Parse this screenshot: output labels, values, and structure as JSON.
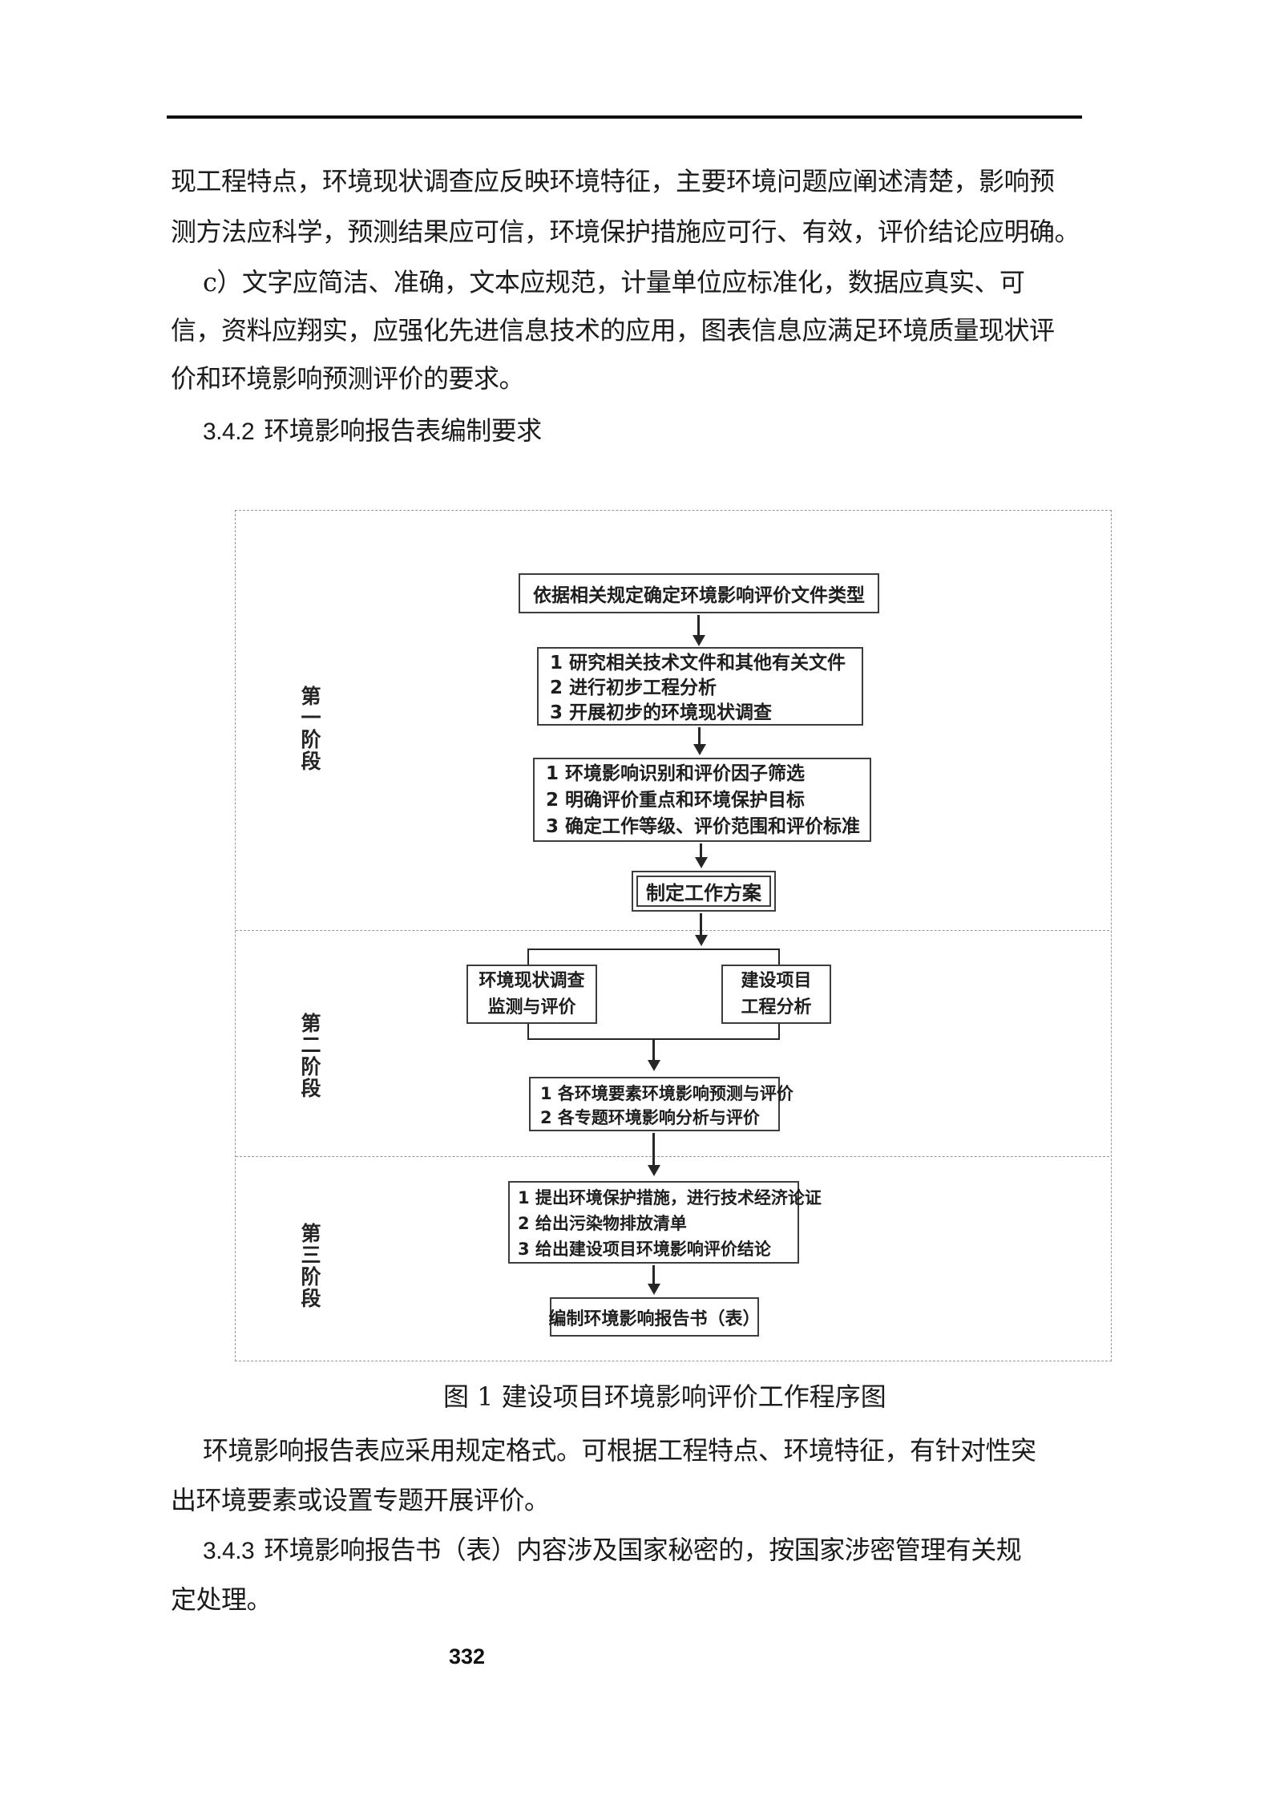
{
  "document": {
    "para1_lines": [
      "现工程特点，环境现状调查应反映环境特征，主要环境问题应阐述清楚，影响预",
      "测方法应科学，预测结果应可信，环境保护措施应可行、有效，评价结论应明确。"
    ],
    "para2_lines": [
      "c）文字应简洁、准确，文本应规范，计量单位应标准化，数据应真实、可",
      "信，资料应翔实，应强化先进信息技术的应用，图表信息应满足环境质量现状评",
      "价和环境影响预测评价的要求。"
    ],
    "heading_342": {
      "num": "3.4.2",
      "text": "环境影响报告表编制要求"
    },
    "para3_lines": [
      "环境影响报告表应采用规定格式。可根据工程特点、环境特征，有针对性突",
      "出环境要素或设置专题开展评价。"
    ],
    "heading_343": {
      "num": "3.4.3",
      "text": "环境影响报告书（表）内容涉及国家秘密的，按国家涉密管理有关规"
    },
    "para4_last_line": "定处理。",
    "page_number": "332"
  },
  "flowchart": {
    "caption": "图 1  建设项目环境影响评价工作程序图",
    "stage_labels": [
      "第一阶段",
      "第二阶段",
      "第三阶段"
    ],
    "box_a": "依据相关规定确定环境影响评价文件类型",
    "box_b": [
      "1 研究相关技术文件和其他有关文件",
      "2 进行初步工程分析",
      "3 开展初步的环境现状调查"
    ],
    "box_c": [
      "1 环境影响识别和评价因子筛选",
      "2 明确评价重点和环境保护目标",
      "3 确定工作等级、评价范围和评价标准"
    ],
    "box_d": "制定工作方案",
    "box_e": [
      "环境现状调查",
      "监测与评价"
    ],
    "box_f": [
      "建设项目",
      "工程分析"
    ],
    "box_g": [
      "1 各环境要素环境影响预测与评价",
      "2 各专题环境影响分析与评价"
    ],
    "box_h": [
      "1 提出环境保护措施，进行技术经济论证",
      "2 给出污染物排放清单",
      "3 给出建设项目环境影响评价结论"
    ],
    "box_i": "编制环境影响报告书（表）"
  }
}
